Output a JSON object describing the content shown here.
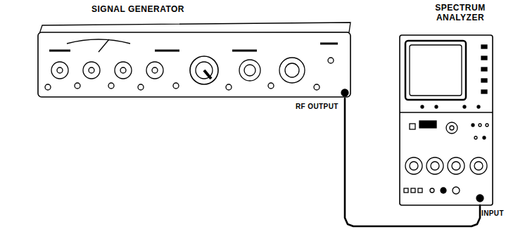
{
  "diagram": {
    "nodes": [
      {
        "text": [
          "SIGNAL GENERATOR"
        ]
      },
      {
        "text": [
          "SPECTRUM ANALYZER"
        ]
      }
    ],
    "edges": [
      {
        "from": 0,
        "to": 1,
        "arrow": "none"
      }
    ],
    "labels": [
      "RF OUTPUT",
      "INPUT"
    ]
  }
}
